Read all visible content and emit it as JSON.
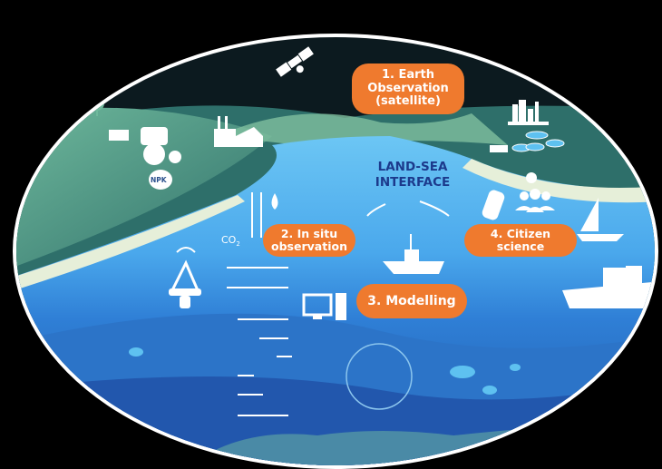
{
  "diagram": {
    "center_title": {
      "line1": "LAND-SEA",
      "line2": "INTERFACE"
    },
    "labels": [
      {
        "id": "earth-observation",
        "number": "1.",
        "lines": [
          "1. Earth",
          "Observation",
          "(satellite)"
        ]
      },
      {
        "id": "in-situ-observation",
        "number": "2.",
        "lines": [
          "2. In situ",
          "observation"
        ]
      },
      {
        "id": "modelling",
        "number": "3.",
        "lines": [
          "3. Modelling"
        ]
      },
      {
        "id": "citizen-science",
        "number": "4.",
        "lines": [
          "4. Citizen",
          "science"
        ]
      }
    ],
    "annotations": {
      "co2": "CO",
      "co2_sub": "2",
      "fertilizer_bag": "NPK"
    },
    "icons": [
      "satellite-icon",
      "factory-icon",
      "tractor-icon",
      "fertilizer-bag-icon",
      "trees-icon",
      "city-skyline-icon",
      "wastewater-treatment-icon",
      "buoy-icon",
      "water-drop-check-icon",
      "fishing-boat-icon",
      "sailboat-icon",
      "cargo-ship-icon",
      "computer-icon",
      "smartphone-sensor-icon",
      "people-idea-icon",
      "microscope-view-icon",
      "fish-icon"
    ],
    "colors": {
      "label_bg": "#ef7a2e",
      "label_text": "#ffffff",
      "title_text": "#1c3a8c",
      "sky": "#0c1a1f",
      "land_dark": "#2e6f6a",
      "land_light": "#7fbf9f",
      "sea_surface": "#4fb3ee",
      "sea_mid": "#3b8fe0",
      "sea_deep": "#2763b8",
      "seabed": "#4a8aa6"
    }
  }
}
